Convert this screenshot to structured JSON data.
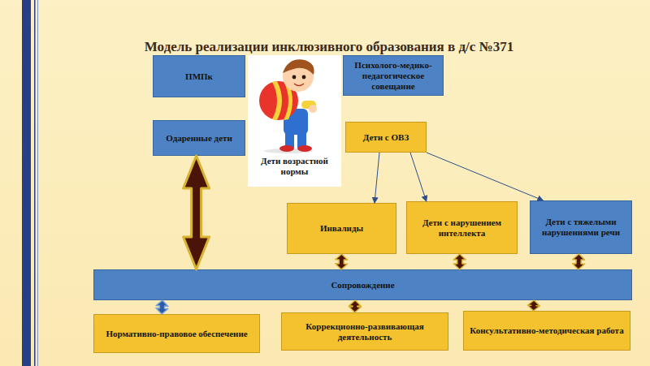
{
  "diagram": {
    "title": "Модель реализации инклюзивного образования в д/с №371",
    "nodes": [
      {
        "text": [
          "ПМПк"
        ]
      },
      {
        "text": [
          "Психолого-медико-педагогическое совещание"
        ]
      },
      {
        "text": [
          "Одаренные дети"
        ]
      },
      {
        "text": [
          "Дети возрастной нормы"
        ]
      },
      {
        "text": [
          "Дети с ОВЗ"
        ]
      },
      {
        "text": [
          "Инвалиды"
        ]
      },
      {
        "text": [
          "Дети с нарушением интеллекта"
        ]
      },
      {
        "text": [
          "Дети с тяжелыми нарушениями речи"
        ]
      },
      {
        "text": [
          "Сопровождение"
        ]
      },
      {
        "text": [
          "Нормативно-правовое обеспечение"
        ]
      },
      {
        "text": [
          "Коррекционно-развивающая деятельность"
        ]
      },
      {
        "text": [
          "Консультативно-методическая работа"
        ]
      }
    ],
    "edges": [
      {
        "from": 4,
        "to": 5,
        "arrow": "to"
      },
      {
        "from": 4,
        "to": 6,
        "arrow": "to"
      },
      {
        "from": 4,
        "to": 7,
        "arrow": "to"
      },
      {
        "from": 2,
        "to": 8,
        "arrow": "both"
      },
      {
        "from": 5,
        "to": 8,
        "arrow": "both"
      },
      {
        "from": 6,
        "to": 8,
        "arrow": "both"
      },
      {
        "from": 7,
        "to": 8,
        "arrow": "both"
      },
      {
        "from": 8,
        "to": 9,
        "arrow": "both"
      },
      {
        "from": 8,
        "to": 10,
        "arrow": "both"
      },
      {
        "from": 8,
        "to": 11,
        "arrow": "both"
      }
    ]
  }
}
